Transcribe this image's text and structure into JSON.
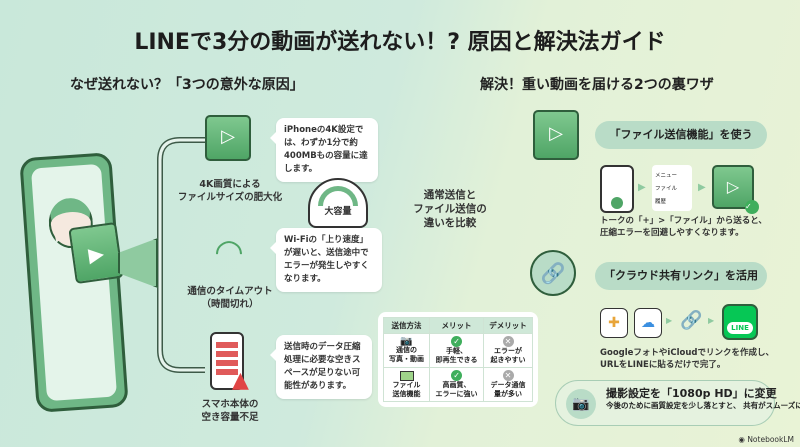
{
  "title": "LINEで3分の動画が送れない！? 原因と解決法ガイド",
  "left": {
    "heading": "なぜ送れない？「3つの意外な原因」",
    "causes": [
      {
        "label": "4K画質による\nファイルサイズの肥大化",
        "bubble": "iPhoneの4K設定では、わずか1分で約400MBもの容量に達します。",
        "icon": "video-file-icon"
      },
      {
        "label": "通信のタイムアウト\n（時間切れ）",
        "bubble": "Wi-Fiの「上り速度」が遅いと、送信途中でエラーが発生しやすくなります。",
        "icon": "wifi-icon"
      },
      {
        "label": "スマホ本体の\n空き容量不足",
        "bubble": "送信時のデータ圧縮処理に必要な空きスペースが足りない可能性があります。",
        "icon": "storage-warning-icon"
      }
    ],
    "gauge_label": "大容量"
  },
  "center": {
    "compare_title": "通常送信と\nファイル送信の\n違いを比較",
    "table": {
      "headers": [
        "送信方法",
        "メリット",
        "デメリット"
      ],
      "rows": [
        {
          "method": "通信の\n写真・動画",
          "merit": "手軽、\n即再生できる",
          "demerit": "エラーが\n起きやすい"
        },
        {
          "method": "ファイル\n送信機能",
          "merit": "高画質、\nエラーに強い",
          "demerit": "データ通信\n量が多い"
        }
      ]
    }
  },
  "right": {
    "heading": "解決！重い動画を届ける2つの裏ワザ",
    "tip1": {
      "title": "「ファイル送信機能」を使う",
      "menu": [
        "メニュー",
        "ファイル",
        "履歴"
      ],
      "desc": "トークの「+」>「ファイル」から送ると、\n圧縮エラーを回避しやすくなります。"
    },
    "tip2": {
      "title": "「クラウド共有リンク」を活用",
      "line_label": "LINE",
      "desc": "GoogleフォトやiCloudでリンクを作成し、\nURLをLINEに貼るだけで完了。"
    },
    "tip3": {
      "title": "撮影設定を「1080p HD」に変更",
      "desc": "今後のために画質設定を少し落とすと、\n共有がスムーズになります。"
    }
  },
  "footer": {
    "brand": "NotebookLM"
  },
  "colors": {
    "accent": "#4fa566",
    "line_green": "#06c755",
    "bg_left": "#c9e8da",
    "bg_right": "#e9f3d6"
  }
}
